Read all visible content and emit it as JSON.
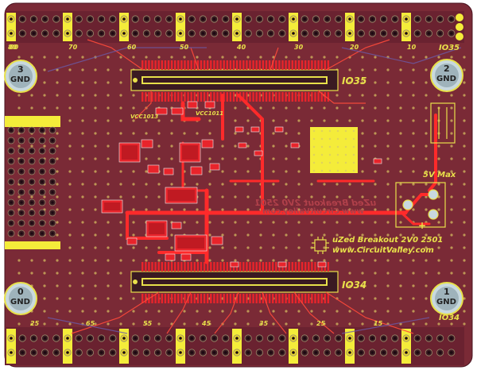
{
  "board": {
    "colors": {
      "background": "#ffffff",
      "board": "#7a2a36",
      "copper": "#e8242b",
      "trace": "#ff2a2a",
      "gold": "#f4ec3a",
      "silkscreen": "#e8e04a",
      "pad_dark": "#3a1a22",
      "via": "#d8c86a",
      "gnd_pad": "#b8d0d8"
    },
    "top_header": {
      "pin_numbers": [
        "80",
        "70",
        "60",
        "50",
        "40",
        "30",
        "20",
        "10"
      ]
    },
    "bottom_header": {
      "pin_numbers": [
        "25",
        "65",
        "55",
        "45",
        "35",
        "25",
        "15"
      ]
    },
    "top_left_label": "80",
    "top_right_bank": "IO35",
    "connector_top_label": "IO35",
    "connector_bottom_label": "IO34",
    "bottom_right_bank": "IO34",
    "mounting_holes": [
      {
        "number": "3",
        "text": "GND"
      },
      {
        "number": "2",
        "text": "GND"
      },
      {
        "number": "0",
        "text": "GND"
      },
      {
        "number": "1",
        "text": "GND"
      }
    ],
    "regulator_labels": [
      "VCC1011",
      "VCC1013"
    ],
    "power_label": "5V Max",
    "plus_label": "+",
    "title_line1": "uZed Breakout 2V0 2501",
    "title_line2": "www.CircuitValley.com",
    "mirror_line1": "uZed Breakout 2V0 2501",
    "mirror_line2": "www.CircuitValley.com"
  }
}
